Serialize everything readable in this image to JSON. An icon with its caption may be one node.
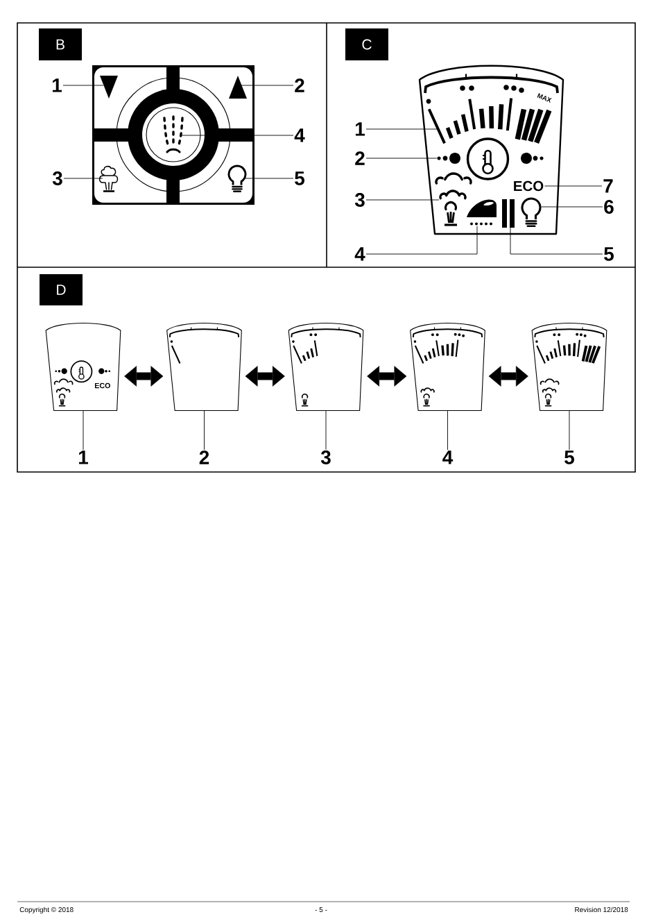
{
  "diagram": {
    "nodes": [
      {
        "text": [
          "B"
        ]
      },
      {
        "text": [
          "1"
        ]
      },
      {
        "text": [],
        "shape": "triangle"
      },
      {
        "text": [],
        "shape": "triangle"
      },
      {
        "text": [
          "2"
        ]
      },
      {
        "text": [],
        "shape": "circle"
      },
      {
        "text": [
          "4"
        ]
      },
      {
        "text": [
          "3"
        ]
      },
      {
        "text": [],
        "shape": "picture"
      },
      {
        "text": [],
        "shape": "picture"
      },
      {
        "text": [
          "5"
        ]
      },
      {
        "text": [
          "C"
        ]
      },
      {
        "text": [
          "MAX"
        ]
      },
      {
        "text": [
          "1"
        ]
      },
      {
        "text": [],
        "shape": "picture",
        "in": 12
      },
      {
        "text": [
          "2"
        ]
      },
      {
        "text": [],
        "shape": "picture",
        "in": 12
      },
      {
        "text": [
          "3"
        ]
      },
      {
        "text": [],
        "shape": "picture",
        "in": 12
      },
      {
        "text": [
          "ECO"
        ],
        "in": 12
      },
      {
        "text": [
          "7"
        ]
      },
      {
        "text": [],
        "shape": "picture",
        "in": 12
      },
      {
        "text": [
          "6"
        ]
      },
      {
        "text": [],
        "shape": "picture",
        "in": 12
      },
      {
        "text": [],
        "shape": "picture",
        "in": 12
      },
      {
        "text": [
          "4"
        ]
      },
      {
        "text": [
          "5"
        ]
      },
      {
        "text": [
          "D"
        ]
      },
      {
        "text": [
          "ECO"
        ]
      },
      {
        "text": [],
        "shape": "picture"
      },
      {
        "text": [],
        "shape": "picture"
      },
      {
        "text": [],
        "shape": "picture"
      },
      {
        "text": [],
        "shape": "picture"
      },
      {
        "text": [
          "1"
        ]
      },
      {
        "text": [
          "2"
        ]
      },
      {
        "text": [
          "3"
        ]
      },
      {
        "text": [
          "4"
        ]
      },
      {
        "text": [
          "5"
        ]
      }
    ],
    "edges": [
      {
        "from": 1,
        "to": 2,
        "arrow": "none"
      },
      {
        "from": 4,
        "to": 3,
        "arrow": "none"
      },
      {
        "from": 6,
        "to": 5,
        "arrow": "none"
      },
      {
        "from": 7,
        "to": 8,
        "arrow": "none"
      },
      {
        "from": 10,
        "to": 9,
        "arrow": "none"
      },
      {
        "from": 13,
        "to": 14,
        "arrow": "none"
      },
      {
        "from": 15,
        "to": 16,
        "arrow": "none"
      },
      {
        "from": 17,
        "to": 18,
        "arrow": "none"
      },
      {
        "from": 20,
        "to": 19,
        "arrow": "none"
      },
      {
        "from": 22,
        "to": 21,
        "arrow": "none"
      },
      {
        "from": 25,
        "to": 23,
        "arrow": "none"
      },
      {
        "from": 26,
        "to": 24,
        "arrow": "none"
      },
      {
        "from": 28,
        "to": 29,
        "arrow": "both",
        "style": "thick"
      },
      {
        "from": 29,
        "to": 30,
        "arrow": "both",
        "style": "thick"
      },
      {
        "from": 30,
        "to": 31,
        "arrow": "both",
        "style": "thick"
      },
      {
        "from": 31,
        "to": 32,
        "arrow": "both",
        "style": "thick"
      },
      {
        "from": 33,
        "to": 28,
        "arrow": "none"
      },
      {
        "from": 34,
        "to": 29,
        "arrow": "none"
      },
      {
        "from": 35,
        "to": 30,
        "arrow": "none"
      },
      {
        "from": 36,
        "to": 31,
        "arrow": "none"
      },
      {
        "from": 37,
        "to": 32,
        "arrow": "none"
      }
    ],
    "labels": [
      "Copyright © 2018",
      "- 5 -",
      "Revision 12/2018"
    ]
  }
}
